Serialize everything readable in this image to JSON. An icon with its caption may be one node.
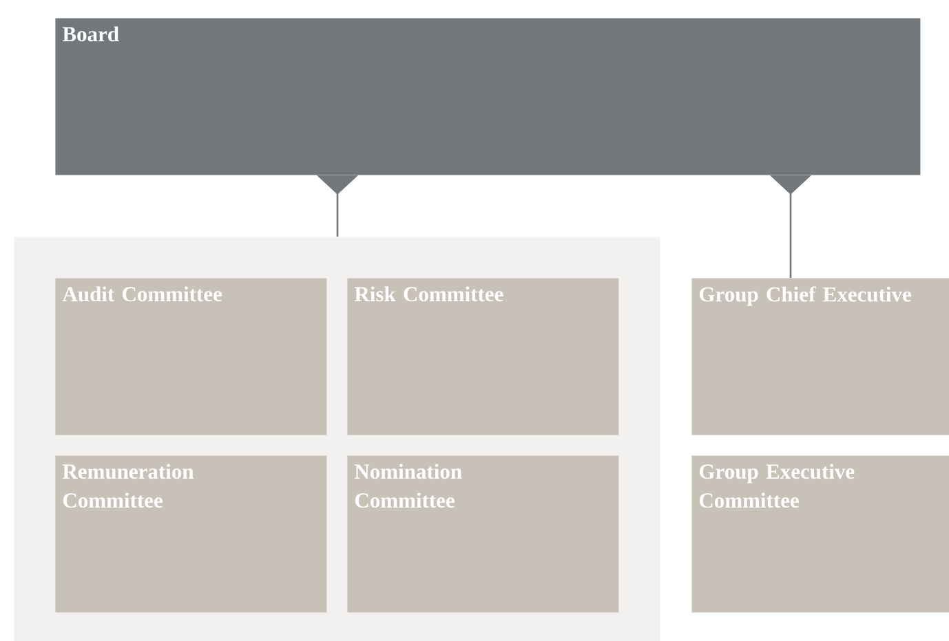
{
  "diagram": {
    "nodes": [
      {
        "text": [
          "Board"
        ]
      },
      {
        "text": [],
        "shape": "box"
      },
      {
        "text": [
          "Audit Committee"
        ],
        "in": 1
      },
      {
        "text": [
          "Risk Committee"
        ],
        "in": 1
      },
      {
        "text": [
          "Remuneration Committee"
        ],
        "in": 1
      },
      {
        "text": [
          "Nomination Committee"
        ],
        "in": 1
      },
      {
        "text": [
          "Group Chief Executive"
        ]
      },
      {
        "text": [
          "Group Executive Committee"
        ]
      }
    ],
    "edges": [
      {
        "from": 0,
        "to": 1,
        "arrow": "to"
      },
      {
        "from": 0,
        "to": 6,
        "arrow": "to"
      }
    ]
  }
}
